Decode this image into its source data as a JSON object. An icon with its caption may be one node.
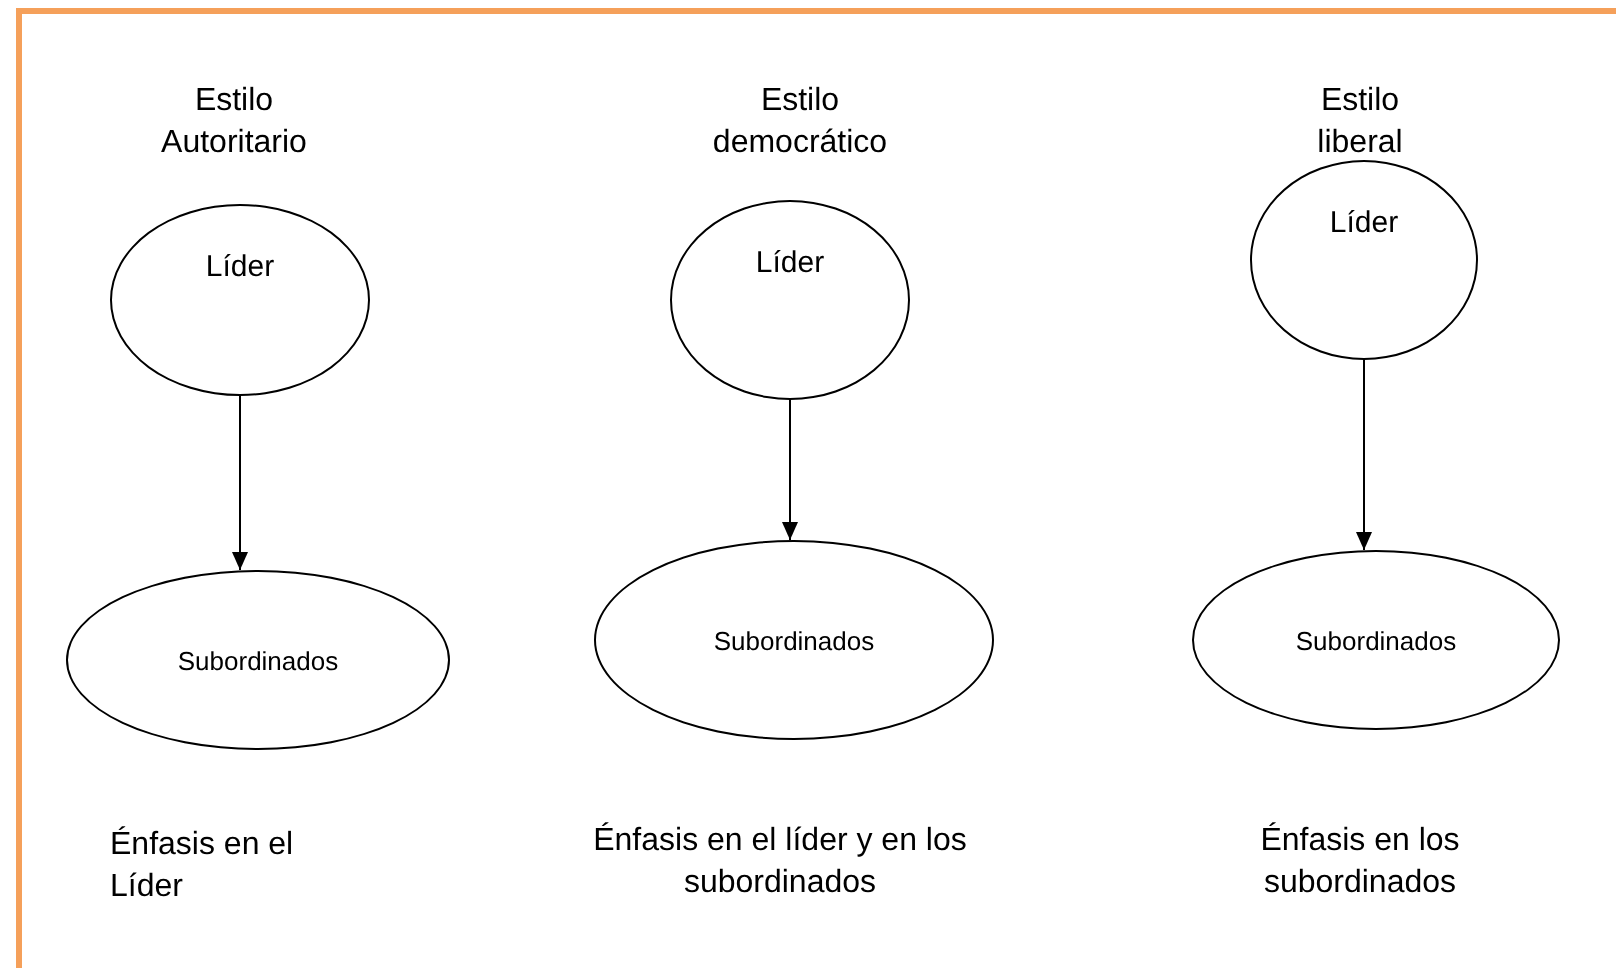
{
  "diagram": {
    "nodes": [
      {
        "text": [
          "Líder"
        ]
      },
      {
        "text": [
          "Subordinados"
        ]
      },
      {
        "text": [
          "Líder"
        ]
      },
      {
        "text": [
          "Subordinados"
        ]
      },
      {
        "text": [
          "Líder"
        ]
      },
      {
        "text": [
          "Subordinados"
        ]
      }
    ],
    "edges": [
      {
        "from": 0,
        "to": 1,
        "arrow": "to"
      },
      {
        "from": 2,
        "to": 3,
        "arrow": "to"
      },
      {
        "from": 4,
        "to": 5,
        "arrow": "to"
      }
    ],
    "labels": [
      "Estilo Autoritario",
      "Estilo democrático",
      "Estilo liberal",
      "Énfasis en el Líder",
      "Énfasis en el líder y en los subordinados",
      "Énfasis en los subordinados"
    ]
  }
}
